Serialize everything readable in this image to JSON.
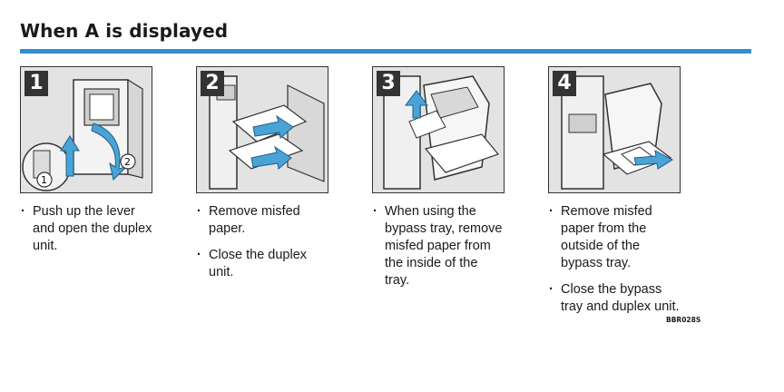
{
  "title": "When A is displayed",
  "steps": [
    {
      "number": "1",
      "items": [
        "Push up the lever and open the duplex unit."
      ]
    },
    {
      "number": "2",
      "items": [
        "Remove misfed paper.",
        "Close the duplex unit."
      ]
    },
    {
      "number": "3",
      "items": [
        "When using the bypass tray, remove misfed paper from the inside of the tray."
      ]
    },
    {
      "number": "4",
      "items": [
        "Remove misfed paper from the outside of the bypass tray.",
        "Close the bypass tray and duplex unit."
      ]
    }
  ],
  "figure_code": "BBR028S",
  "colors": {
    "accent_rule": "#2e8fd2",
    "arrow": "#4aa3d6",
    "panel_bg": "#e3e3e3"
  }
}
